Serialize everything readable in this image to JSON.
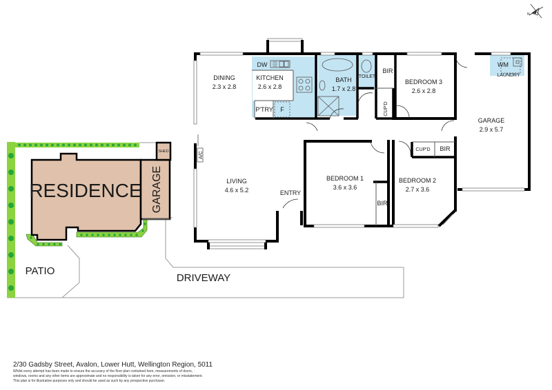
{
  "compass": {
    "label": "N",
    "icon": "north-arrow-icon"
  },
  "rooms": {
    "dining": {
      "name": "DINING",
      "size": "2.3 x 2.8"
    },
    "kitchen": {
      "name": "KITCHEN",
      "size": "2.6 x 2.8",
      "dw": "DW",
      "pantry": "P'TRY",
      "fridge": "F"
    },
    "bath": {
      "name": "BATH",
      "size": "1.7 x 2.8"
    },
    "toilet": {
      "name": "TOILET"
    },
    "bir3": {
      "name": "BIR"
    },
    "cupd3": {
      "name": "CUP'D"
    },
    "bedroom3": {
      "name": "BEDROOM 3",
      "size": "2.6 x 2.8"
    },
    "laundry": {
      "name": "LAUNDRY",
      "wm": "WM"
    },
    "garage": {
      "name": "GARAGE",
      "size": "2.9 x 5.7"
    },
    "living": {
      "name": "LIVING",
      "size": "4.6 x 5.2",
      "ac": "A/C"
    },
    "entry": {
      "name": "ENTRY"
    },
    "bedroom1": {
      "name": "BEDROOM 1",
      "size": "3.6 x 3.6",
      "bir": "BIR"
    },
    "bedroom2": {
      "name": "BEDROOM 2",
      "size": "2.7 x 3.6",
      "cupd": "CUP'D",
      "bir": "BIR"
    }
  },
  "site": {
    "residence": "RESIDENCE",
    "garage": "GARAGE",
    "shed": "SHED",
    "patio": "PATIO",
    "driveway": "DRIVEWAY"
  },
  "colors": {
    "wet_area": "#c3e4f3",
    "residence": "#e0c2ac",
    "hedge": "#8cd341",
    "hedge_dot": "#27a53a",
    "wall": "#000000"
  },
  "footer": {
    "address": "2/30 Gadsby Street, Avalon, Lower Hutt, Wellington Region, 5011",
    "disclaimer_1": "Whilst every attempt has been made to ensure the accuracy of the floor plan contained here, measurements of doors,",
    "disclaimer_2": "windows, rooms and any other items are approximate and no responsibility is taken for any error, omission, or misstatement.",
    "disclaimer_3": "This plan is for illustrative purposes only and should be used as such by any prospective purchaser."
  }
}
